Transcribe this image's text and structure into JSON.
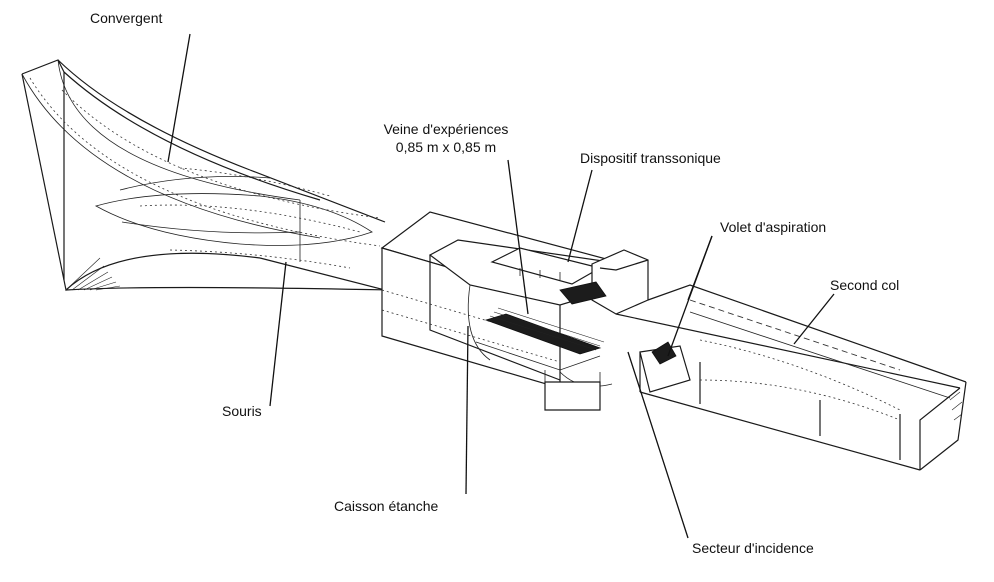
{
  "labels": {
    "convergent": "Convergent",
    "veine_line1": "Veine d'expériences",
    "veine_line2": "0,85 m x 0,85 m",
    "transsonique": "Dispositif transsonique",
    "volet": "Volet d'aspiration",
    "second_col": "Second col",
    "souris": "Souris",
    "caisson": "Caisson étanche",
    "secteur": "Secteur d'incidence"
  }
}
